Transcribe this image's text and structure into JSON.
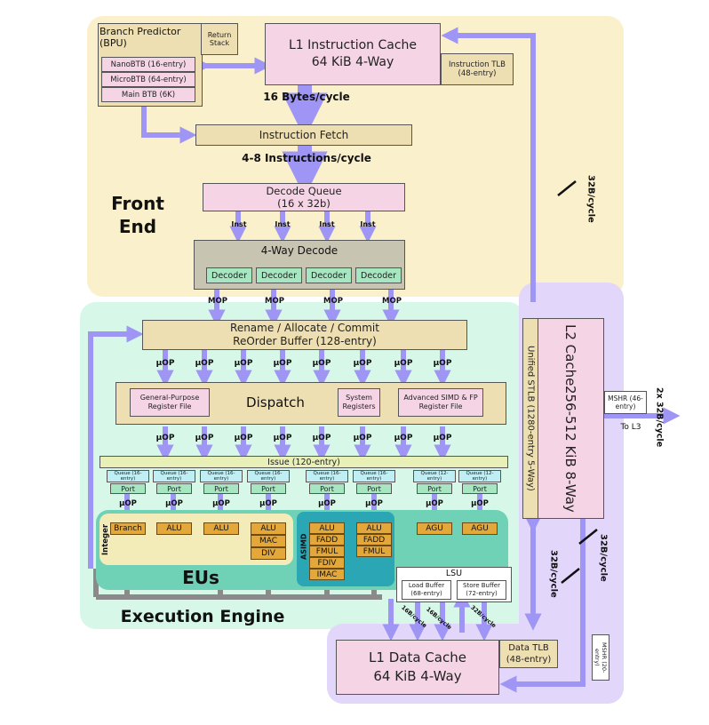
{
  "frontend": {
    "bpu_title": "Branch Predictor (BPU)",
    "return_stack": "Return Stack",
    "nano_btb": "NanoBTB (16-entry)",
    "micro_btb": "MicroBTB (64-entry)",
    "main_btb": "Main BTB (6K)",
    "l1i_line1": "L1 Instruction Cache",
    "l1i_line2": "64 KiB 4-Way",
    "itlb": "Instruction TLB (48-entry)",
    "bytes_cycle": "16 Bytes/cycle",
    "fetch": "Instruction Fetch",
    "instr_cycle": "4-8 Instructions/cycle",
    "decode_queue_line1": "Decode Queue",
    "decode_queue_line2": "(16 x 32b)",
    "inst": "Inst",
    "four_way_decode": "4-Way Decode",
    "decoder": "Decoder",
    "front_end_line1": "Front",
    "front_end_line2": "End",
    "mop": "MOP"
  },
  "engine": {
    "rename_line1": "Rename / Allocate / Commit",
    "rename_line2": "ReOrder Buffer (128-entry)",
    "uop": "μOP",
    "dispatch": "Dispatch",
    "gpr": "General-Purpose Register File",
    "sysreg": "System Registers",
    "simd_rf": "Advanced SIMD & FP Register File",
    "issue": "Issue (120-entry)",
    "queue16": "Queue (16-entry)",
    "queue12": "Queue (12-entry)",
    "port": "Port",
    "integer": "Integer",
    "asimd": "ASIMD",
    "eus": "EUs",
    "execution_engine": "Execution Engine",
    "lsu": "LSU",
    "load_buffer": "Load Buffer (68-entry)",
    "store_buffer": "Store Buffer (72-entry)",
    "units": {
      "branch": "Branch",
      "alu": "ALU",
      "mac": "MAC",
      "div": "DIV",
      "fadd": "FADD",
      "fmul": "FMUL",
      "fdiv": "FDIV",
      "imac": "IMAC",
      "agu": "AGU"
    }
  },
  "memory": {
    "l2_line1": "L2 Cache",
    "l2_line2": "256-512 KiB 8-Way",
    "stlb": "Unified STLB (1280-entry 5-Way)",
    "mshr46": "MSHR (46-entry)",
    "to_l3": "To L3",
    "l3_bw": "2x 32B/cycle",
    "l1d_line1": "L1 Data Cache",
    "l1d_line2": "64 KiB 4-Way",
    "dtlb": "Data TLB (48-entry)",
    "mshr20": "MSHR (20-entry)",
    "bw_32": "32B/cycle",
    "bw_16": "16B/cycle"
  },
  "colors": {
    "front_end_bg": "#fbf0cc",
    "exec_engine_bg": "#d7f7e9",
    "memory_bg": "#e3d6fb",
    "arrow": "#9f95f5",
    "exec_unit": "#e4a83a"
  }
}
